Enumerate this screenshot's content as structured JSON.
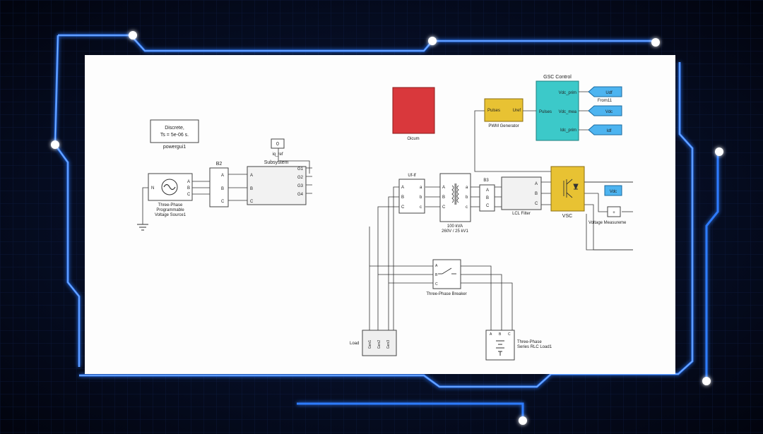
{
  "powergui": {
    "line1": "Discrete,",
    "line2": "Ts = 5e-06 s.",
    "caption": "powergui1"
  },
  "source": {
    "caption1": "Three-Phase",
    "caption2": "Programmable",
    "caption3": "Voltage Source1",
    "port_n": "N",
    "ports": [
      "A",
      "B",
      "C"
    ]
  },
  "b2": {
    "label": "B2",
    "ports": [
      "A",
      "B",
      "C"
    ]
  },
  "iq_ref": {
    "value": "0",
    "caption": "iq_ref"
  },
  "subsystem": {
    "label": "Subsystem",
    "in_ports": [
      "A",
      "B",
      "C"
    ],
    "out_ports": [
      "G1",
      "G2",
      "G3",
      "G4"
    ]
  },
  "oscum": {
    "caption": "Oicum"
  },
  "gsc": {
    "title": "GSC Control",
    "ports": [
      "Vdc_prim",
      "Vdc_mea",
      "Idc_prim"
    ],
    "out_label": "Pulses",
    "tag_from": "From11"
  },
  "tags": [
    "Udf",
    "Vdc",
    "Idf"
  ],
  "pwm": {
    "in_label": "Pulses",
    "out_label": "Uref",
    "caption": "PWM Generator"
  },
  "uabc": {
    "label": "Uf-If",
    "ports": [
      "A",
      "B",
      "C"
    ],
    "out_ports": [
      "a",
      "b",
      "c"
    ]
  },
  "transformer": {
    "caption1": "100 kVA",
    "caption2": "260V / 25 kV1",
    "ports_l": [
      "A",
      "B",
      "C"
    ],
    "ports_r": [
      "a",
      "b",
      "c"
    ]
  },
  "b3": {
    "label": "B3",
    "ports": [
      "A",
      "B",
      "C"
    ]
  },
  "lcl": {
    "caption": "LCL Filter",
    "ports": [
      "A",
      "B",
      "C"
    ]
  },
  "vsc": {
    "caption": "VSC"
  },
  "vdc_tag": "Vdc",
  "vm": {
    "caption": "Voltage Measureme"
  },
  "breaker": {
    "caption": "Three-Phase Breaker",
    "ports": [
      "A",
      "B",
      "C"
    ]
  },
  "load": {
    "label": "Load",
    "ports": [
      "Gen1",
      "Gen2",
      "Gen3"
    ]
  },
  "rlc": {
    "caption1": "Three-Phase",
    "caption2": "Series RLC Load1",
    "ports": [
      "A",
      "B",
      "C"
    ]
  }
}
